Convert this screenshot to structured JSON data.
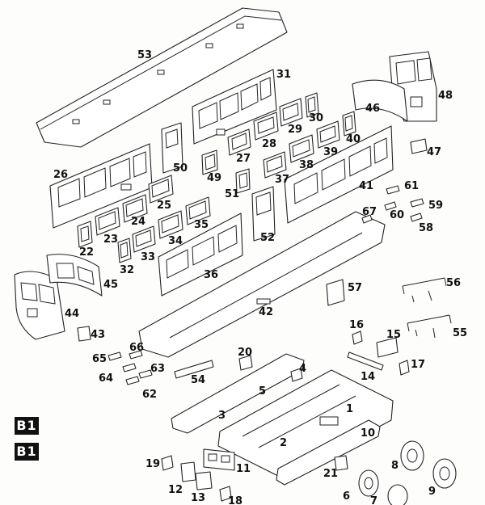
{
  "sheet_tags": [
    "B1",
    "B1"
  ],
  "part_labels": [
    "1",
    "2",
    "3",
    "4",
    "5",
    "6",
    "7",
    "8",
    "9",
    "10",
    "11",
    "12",
    "13",
    "14",
    "15",
    "16",
    "17",
    "18",
    "19",
    "20",
    "21",
    "22",
    "23",
    "24",
    "25",
    "26",
    "27",
    "28",
    "29",
    "30",
    "31",
    "32",
    "33",
    "34",
    "35",
    "36",
    "37",
    "38",
    "39",
    "40",
    "41",
    "42",
    "43",
    "44",
    "45",
    "46",
    "47",
    "48",
    "49",
    "50",
    "51",
    "52",
    "53",
    "54",
    "55",
    "56",
    "57",
    "58",
    "59",
    "60",
    "61",
    "62",
    "63",
    "64",
    "65",
    "66",
    "67"
  ]
}
